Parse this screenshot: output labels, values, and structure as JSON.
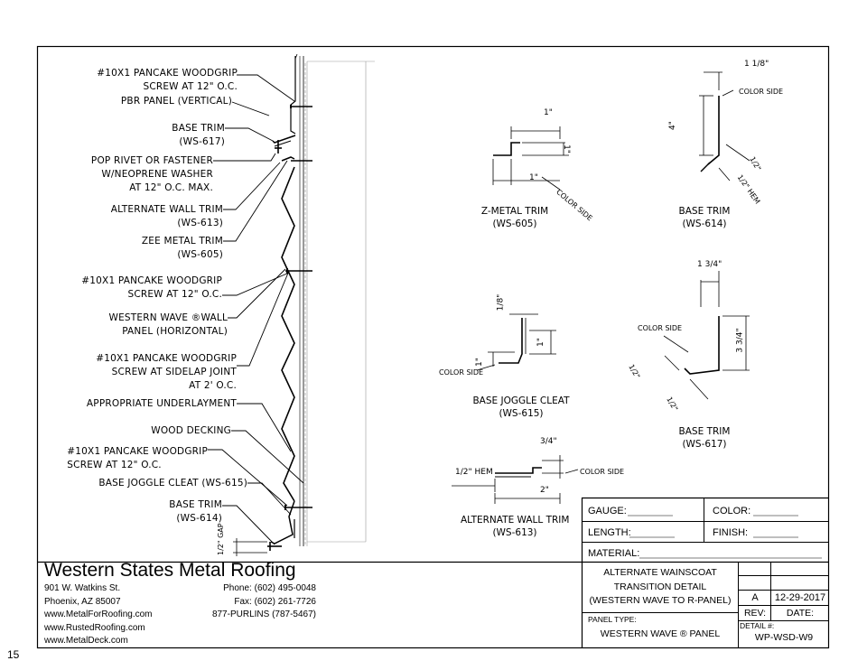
{
  "page_number": "15",
  "callouts": [
    {
      "id": "c1",
      "lines": [
        "#10X1 PANCAKE WOODGRIP",
        "SCREW AT 12\" O.C."
      ]
    },
    {
      "id": "c2",
      "lines": [
        "PBR PANEL (VERTICAL)"
      ]
    },
    {
      "id": "c3",
      "lines": [
        "BASE TRIM",
        "(WS-617)"
      ]
    },
    {
      "id": "c4",
      "lines": [
        "POP RIVET OR FASTENER",
        "W/NEOPRENE WASHER",
        "AT 12\" O.C. MAX."
      ]
    },
    {
      "id": "c5",
      "lines": [
        "ALTERNATE WALL TRIM",
        "(WS-613)"
      ]
    },
    {
      "id": "c6",
      "lines": [
        "ZEE METAL TRIM",
        "(WS-605)"
      ]
    },
    {
      "id": "c7",
      "lines": [
        "#10X1 PANCAKE WOODGRIP",
        "SCREW AT 12\" O.C."
      ]
    },
    {
      "id": "c8",
      "lines": [
        "WESTERN WAVE ®WALL",
        "PANEL (HORIZONTAL)"
      ]
    },
    {
      "id": "c9",
      "lines": [
        "#10X1 PANCAKE WOODGRIP",
        "SCREW AT SIDELAP JOINT",
        "AT 2' O.C."
      ]
    },
    {
      "id": "c10",
      "lines": [
        "APPROPRIATE UNDERLAYMENT"
      ]
    },
    {
      "id": "c11",
      "lines": [
        "WOOD DECKING"
      ]
    },
    {
      "id": "c12",
      "lines": [
        "#10X1 PANCAKE WOODGRIP",
        "SCREW AT 12\" O.C."
      ]
    },
    {
      "id": "c13",
      "lines": [
        "BASE JOGGLE CLEAT (WS-615)"
      ]
    },
    {
      "id": "c14",
      "lines": [
        "BASE TRIM",
        "(WS-614)"
      ]
    }
  ],
  "gap_label": "1/2\" GAP",
  "details": {
    "z_metal": {
      "name": "Z-METAL TRIM",
      "code": "(WS-605)",
      "dim_top": "1\"",
      "dim_bottom": "1\"",
      "dim_side": "1\"",
      "color_side": "COLOR SIDE"
    },
    "base_614": {
      "name": "BASE TRIM",
      "code": "(WS-614)",
      "dim_top": "1 1/8\"",
      "dim_height": "4\"",
      "dim_a": "1/2\"",
      "dim_hem": "1/2\" HEM",
      "color_side": "COLOR SIDE"
    },
    "joggle_615": {
      "name": "BASE JOGGLE CLEAT",
      "code": "(WS-615)",
      "dim_top": "1/8\"",
      "dim_right": "1\"",
      "dim_left": "1\"",
      "color_side": "COLOR SIDE"
    },
    "base_617": {
      "name": "BASE TRIM",
      "code": "(WS-617)",
      "dim_top": "1 3/4\"",
      "dim_height": "3 3/4\"",
      "dim_a": "1/2\"",
      "dim_b": "1/2\"",
      "color_side": "COLOR SIDE"
    },
    "wall_613": {
      "name": "ALTERNATE WALL TRIM",
      "code": "(WS-613)",
      "dim_hem": "1/2\" HEM",
      "dim_top": "3/4\"",
      "dim_bottom": "2\"",
      "color_side": "COLOR SIDE"
    }
  },
  "spec_box": {
    "gauge_label": "GAUGE:",
    "gauge_value": "",
    "color_label": "COLOR:",
    "color_value": "",
    "length_label": "LENGTH:",
    "length_value": "",
    "finish_label": "FINISH:",
    "finish_value": "",
    "material_label": "MATERIAL:",
    "material_value": ""
  },
  "company": {
    "name": "Western States Metal Roofing",
    "address1": "901 W. Watkins St.",
    "address2": "Phoenix, AZ 85007",
    "web1": "www.MetalForRoofing.com",
    "web2": "www.RustedRoofing.com",
    "web3": "www.MetalDeck.com",
    "phone": "Phone: (602) 495-0048",
    "fax": "Fax: (602) 261-7726",
    "toll": "877-PURLINS (787-5467)"
  },
  "title_block": {
    "title1": "ALTERNATE WAINSCOAT",
    "title2": "TRANSITION DETAIL",
    "title3": "(WESTERN WAVE TO R-PANEL)",
    "panel_type_label": "PANEL TYPE:",
    "panel_type_value": "WESTERN WAVE ® PANEL",
    "rev_value": "A",
    "date_value": "12-29-2017",
    "rev_label": "REV:",
    "date_label": "DATE:",
    "detail_label": "DETAIL #:",
    "detail_value": "WP-WSD-W9"
  }
}
